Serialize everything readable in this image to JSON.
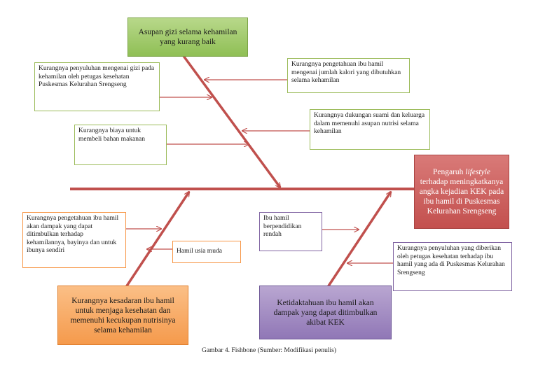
{
  "head": {
    "prefix": "Pengaruh ",
    "italic": "lifestyle",
    "suffix": " terhadap meningkatkanya angka kejadian KEK pada ibu hamil di Puskesmas Kelurahan Srengseng"
  },
  "categories": {
    "nutrition": "Asupan gizi selama kehamilan yang kurang baik",
    "awareness": "Kurangnya kesadaran ibu hamil untuk menjaga kesehatan dan memenuhi kecukupan nutrisinya selama kehamilan",
    "knowledge": "Ketidaktahuan ibu hamil akan dampak yang dapat ditimbulkan akibat KEK"
  },
  "causes": {
    "counseling_nutrition": "Kurangnya penyuluhan mengenai gizi pada kehamilan oleh petugas kesehatan Puskesmas Kelurahan Srengseng",
    "calorie_knowledge": "Kurangnya pengetahuan ibu hamil mengenai jumlah kalori yang dibutuhkan selama kehamilan",
    "husband_support": "Kurangnya dukungan suami dan keluarga dalam memenuhi asupan nutrisi selama kehamilan",
    "food_cost": "Kurangnya biaya untuk membeli bahan makanan",
    "impact_knowledge": "Kurangnya pengetahuan ibu hamil akan dampak yang dapat ditimbulkan terhadap kehamilannya, bayinya dan untuk ibunya sendiri",
    "young_pregnancy": "Hamil usia muda",
    "low_education": "Ibu hamil berpendidikan rendah",
    "counseling_staff": "Kurangnya penyuluhan yang diberikan oleh petugas kesehatan terhadap ibu hamil yang ada di Puskesmas Kelurahan Srengseng"
  },
  "caption": "Gambar 4. Fishbone (Sumber: Modifikasi penulis)",
  "colors": {
    "bone": "#c0504d",
    "green_border": "#9bbb59",
    "orange_border": "#f79646",
    "purple_border": "#8064a2"
  }
}
